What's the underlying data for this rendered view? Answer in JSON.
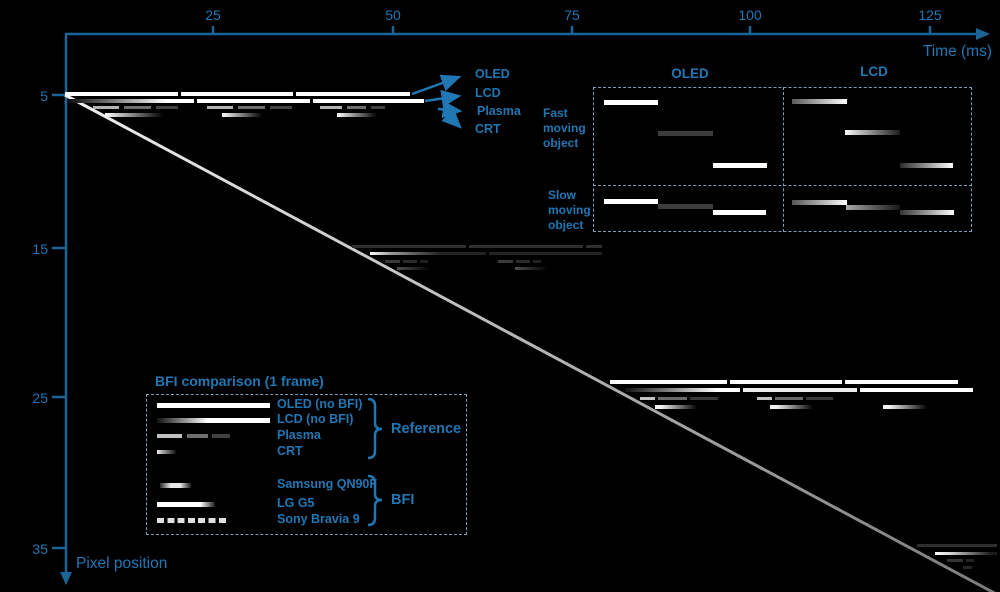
{
  "figure": {
    "x_axis": {
      "title": "Time (ms)",
      "ticks": [
        "25",
        "50",
        "75",
        "100",
        "125"
      ]
    },
    "y_axis": {
      "title": "Pixel position",
      "ticks": [
        "5",
        "15",
        "25",
        "35"
      ]
    },
    "callouts": {
      "oled": "OLED",
      "lcd": "LCD",
      "plasma": "Plasma",
      "crt": "CRT"
    },
    "inset": {
      "col_oled": "OLED",
      "col_lcd": "LCD",
      "row_fast": "Fast moving object",
      "row_slow": "Slow moving object"
    },
    "legend": {
      "title": "BFI comparison (1 frame)",
      "group_reference": "Reference",
      "group_bfi": "BFI",
      "items": [
        {
          "label": "OLED (no BFI)",
          "group": "Reference"
        },
        {
          "label": "LCD (no BFI)",
          "group": "Reference"
        },
        {
          "label": "Plasma",
          "group": "Reference"
        },
        {
          "label": "CRT",
          "group": "Reference"
        },
        {
          "label": "Samsung QN90F",
          "group": "BFI"
        },
        {
          "label": "LG G5",
          "group": "BFI"
        },
        {
          "label": "Sony Bravia 9",
          "group": "BFI"
        }
      ]
    },
    "colors": {
      "accent": "#2077b4",
      "axis": "#1a6496",
      "dashed_border": "#7e9db8",
      "background": "#000000",
      "trace_bright": "#ffffff",
      "trace_dim": "#2e2e2e"
    }
  }
}
